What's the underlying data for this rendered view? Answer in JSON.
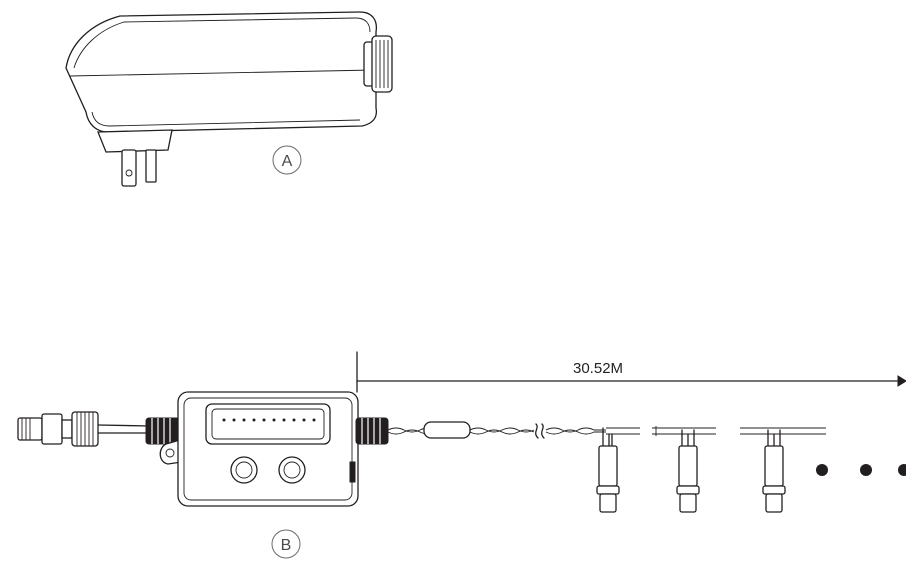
{
  "labels": {
    "adapter": "A",
    "controller": "B",
    "length": "30.52M"
  },
  "colors": {
    "line": "#231f20",
    "background": "#ffffff"
  }
}
